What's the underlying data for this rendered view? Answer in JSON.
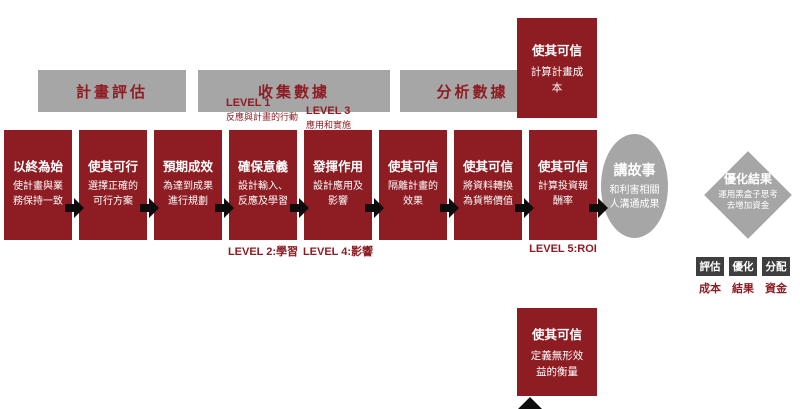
{
  "colors": {
    "red": "#8e1d23",
    "gray": "#a6a6a6",
    "dark": "#3f3f3f",
    "arrow": "#0d0d0d"
  },
  "phases": [
    {
      "label": "計畫評估"
    },
    {
      "label": "收集數據"
    },
    {
      "label": "分析數據"
    }
  ],
  "top_box": {
    "title": "使其可信",
    "desc": "計算計畫成本"
  },
  "levels_above": [
    {
      "label": "LEVEL 1",
      "desc": "反應與計畫的行動"
    },
    {
      "label": "LEVEL 3",
      "desc": "應用和實施"
    }
  ],
  "steps": [
    {
      "title": "以終為始",
      "desc": "使計畫與業務保持一致"
    },
    {
      "title": "使其可行",
      "desc": "選擇正確的可行方案"
    },
    {
      "title": "預期成效",
      "desc": "為達到成果進行規劃"
    },
    {
      "title": "確保意義",
      "desc": "設計輸入、反應及學習"
    },
    {
      "title": "發揮作用",
      "desc": "設計應用及影響"
    },
    {
      "title": "使其可信",
      "desc": "隔離計畫的效果"
    },
    {
      "title": "使其可信",
      "desc": "將資料轉換為貨幣價值"
    },
    {
      "title": "使其可信",
      "desc": "計算投資報酬率"
    }
  ],
  "levels_below": [
    {
      "label": "LEVEL 2:學習"
    },
    {
      "label": "LEVEL 4:影響"
    },
    {
      "label": "LEVEL 5:ROI"
    }
  ],
  "circle": {
    "title": "講故事",
    "desc": "和利害相關人溝通成果"
  },
  "diamond": {
    "title": "優化結果",
    "desc": "運用黑盒子思考去增加資金"
  },
  "bottom_box": {
    "title": "使其可信",
    "desc": "定義無形效益的衡量"
  },
  "mini_boxes": [
    {
      "label": "評估",
      "sub": "成本"
    },
    {
      "label": "優化",
      "sub": "結果"
    },
    {
      "label": "分配",
      "sub": "資金"
    }
  ]
}
